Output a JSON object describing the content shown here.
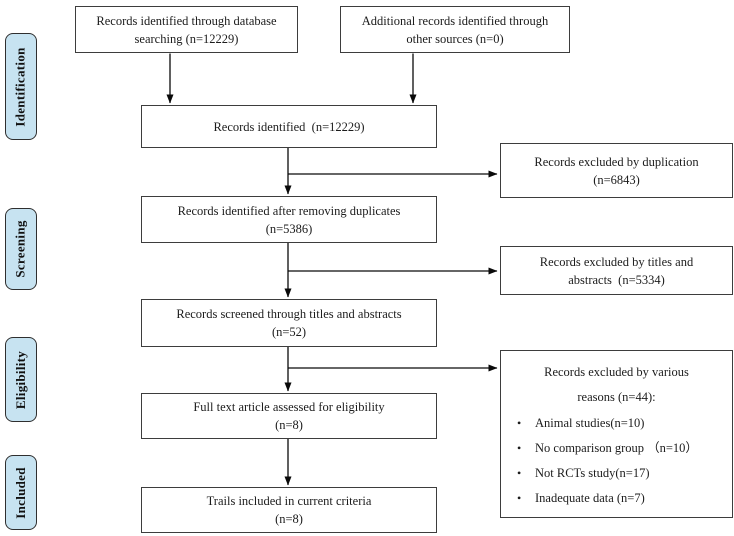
{
  "stages": [
    {
      "label": "Identification"
    },
    {
      "label": "Screening"
    },
    {
      "label": "Eligibility"
    },
    {
      "label": "Included"
    }
  ],
  "flow": {
    "db_search": {
      "lines": [
        "Records identified through database",
        "searching (n=12229)"
      ]
    },
    "other_sources": {
      "lines": [
        "Additional records identified through",
        "other sources (n=0)"
      ]
    },
    "identified": {
      "lines": [
        "Records identified  (n=12229)"
      ]
    },
    "dedup": {
      "lines": [
        "Records identified after removing duplicates",
        "(n=5386)"
      ]
    },
    "screened": {
      "lines": [
        "Records screened through titles and abstracts",
        "(n=52)"
      ]
    },
    "fulltext": {
      "lines": [
        "Full text article assessed for eligibility",
        "(n=8)"
      ]
    },
    "included": {
      "lines": [
        "Trails included in current criteria",
        "(n=8)"
      ]
    }
  },
  "excluded": {
    "duplication": {
      "lines": [
        "Records excluded by duplication",
        "(n=6843)"
      ]
    },
    "titles": {
      "lines": [
        "Records excluded by titles and",
        "abstracts  (n=5334)"
      ]
    },
    "various": {
      "title_lines": [
        "Records excluded by various",
        "reasons (n=44):"
      ],
      "bullets": [
        "Animal studies(n=10)",
        "No comparison group （n=10）",
        "Not RCTs study(n=17)",
        "Inadequate data (n=7)"
      ]
    }
  },
  "colors": {
    "stage_fill": "#c7e3f1",
    "stage_border": "#2f2f2f",
    "box_border": "#3d3d3d",
    "arrow": "#0a0a0a"
  }
}
